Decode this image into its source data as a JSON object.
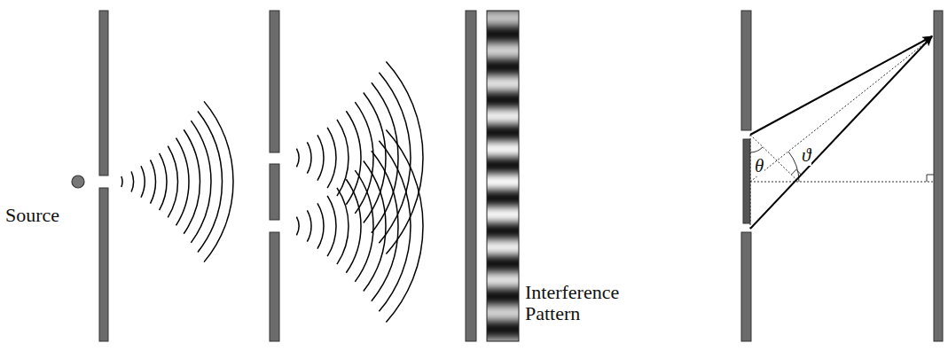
{
  "diagram": {
    "labels": [
      "Source",
      "Interference Pattern",
      "θ",
      "ϑ"
    ]
  }
}
